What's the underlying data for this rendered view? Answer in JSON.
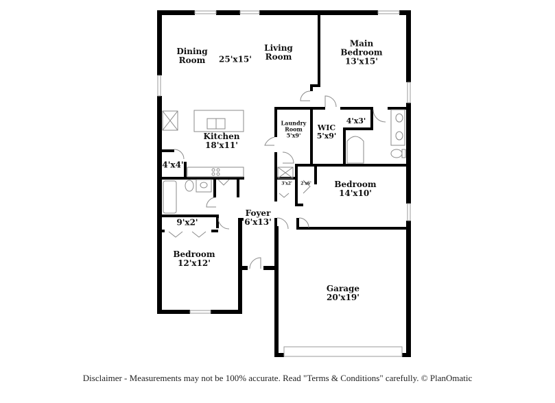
{
  "rooms": {
    "dining": {
      "name": "Dining Room",
      "line1": "Dining",
      "line2": "Room"
    },
    "living_dining_dims": "25'x15'",
    "living": {
      "name": "Living Room",
      "line1": "Living",
      "line2": "Room"
    },
    "main_bedroom": {
      "line1": "Main",
      "line2": "Bedroom",
      "dims": "13'x15'"
    },
    "kitchen": {
      "name": "Kitchen",
      "dims": "18'x11'"
    },
    "pantry": {
      "dims": "4'x4'"
    },
    "laundry": {
      "line1": "Laundry",
      "line2": "Room",
      "dims": "5'x9'"
    },
    "wic": {
      "name": "WIC",
      "dims": "5'x9'"
    },
    "main_bath_closet": {
      "dims": "4'x3'"
    },
    "linen_closet": {
      "dims": "3'x2'"
    },
    "hall_closet": {
      "dims": "2'x6'"
    },
    "bedroom2": {
      "name": "Bedroom",
      "dims": "14'x10'"
    },
    "foyer": {
      "name": "Foyer",
      "dims": "6'x13'"
    },
    "closet_9x2": {
      "dims": "9'x2'"
    },
    "bedroom3": {
      "name": "Bedroom",
      "dims": "12'x12'"
    },
    "garage": {
      "name": "Garage",
      "dims": "20'x19'"
    }
  },
  "footer": {
    "disclaimer": "Disclaimer - Measurements may not be 100% accurate. Read \"Terms & Conditions\" carefully. © PlanOmatic"
  },
  "colors": {
    "wall": "#000000",
    "fixture": "#8a8a8a",
    "window": "#bfbfbf",
    "background": "#ffffff"
  }
}
